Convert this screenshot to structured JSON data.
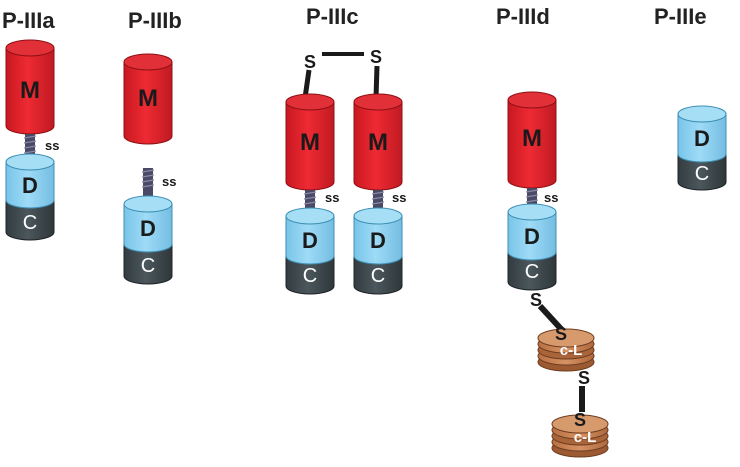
{
  "colors": {
    "m_domain": "#e8232d",
    "m_domain_dark": "#b8141c",
    "d_domain": "#8fd3f2",
    "d_domain_dark": "#5fb2d8",
    "c_domain": "#3f4a4f",
    "c_domain_dark": "#2b3336",
    "linker_coil": "#4a4a66",
    "disulfide_bond": "#1a1a1a",
    "ctype_lectin": "#c9804f",
    "ctype_lectin_dark": "#8e5231"
  },
  "classes": [
    {
      "title": "P-IIIa",
      "m_label": "M",
      "linker_label": "ss",
      "d_label": "D",
      "c_label": "C"
    },
    {
      "title": "P-IIIb",
      "m_label": "M",
      "linker_label": "ss",
      "d_label": "D",
      "c_label": "C"
    },
    {
      "title": "P-IIIc",
      "bond_s_left": "S",
      "bond_s_right": "S",
      "left": {
        "m_label": "M",
        "linker_label": "ss",
        "d_label": "D",
        "c_label": "C"
      },
      "right": {
        "m_label": "M",
        "linker_label": "ss",
        "d_label": "D",
        "c_label": "C"
      }
    },
    {
      "title": "P-IIId",
      "m_label": "M",
      "linker_label": "ss",
      "d_label": "D",
      "c_label": "C",
      "s1": "S",
      "s2": "S",
      "lectin1_label": "c-L",
      "s3": "S",
      "s4": "S",
      "lectin2_label": "c-L"
    },
    {
      "title": "P-IIIe",
      "d_label": "D",
      "c_label": "C"
    }
  ]
}
